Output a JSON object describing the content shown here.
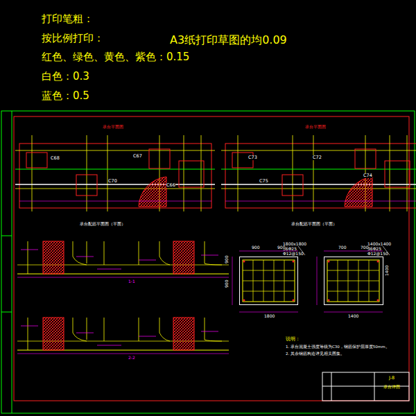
{
  "diagram": {
    "nodes": [
      {
        "text": [
          "1800x1800 36Φ25 Φ12@150"
        ]
      },
      {
        "text": [
          "1400x1400 36Φ25 Φ12@150"
        ]
      },
      {
        "text": [
          "J-8",
          "承台详图"
        ]
      }
    ],
    "labels": [
      "打印笔粗：",
      "按比例打印：",
      "红色、绿色、黄色、紫色：0.15",
      "白色：0.3",
      "蓝色：0.5",
      "A3纸打印草图的均0.09",
      "承台平面图",
      "承台平面图",
      "C68",
      "C70",
      "C67",
      "C66",
      "C73",
      "C75",
      "C72",
      "C74",
      "承台配筋平面图（平面）",
      "承台配筋平面图（平面）",
      "1-1",
      "2-2",
      "900",
      "900",
      "1800",
      "900",
      "900",
      "700",
      "700",
      "1400",
      "1400",
      "说明：",
      "1. 承台混凝土强度等级为C30，钢筋保护层厚度50mm。",
      "2. 其余钢筋构造详见相关图集。"
    ]
  }
}
